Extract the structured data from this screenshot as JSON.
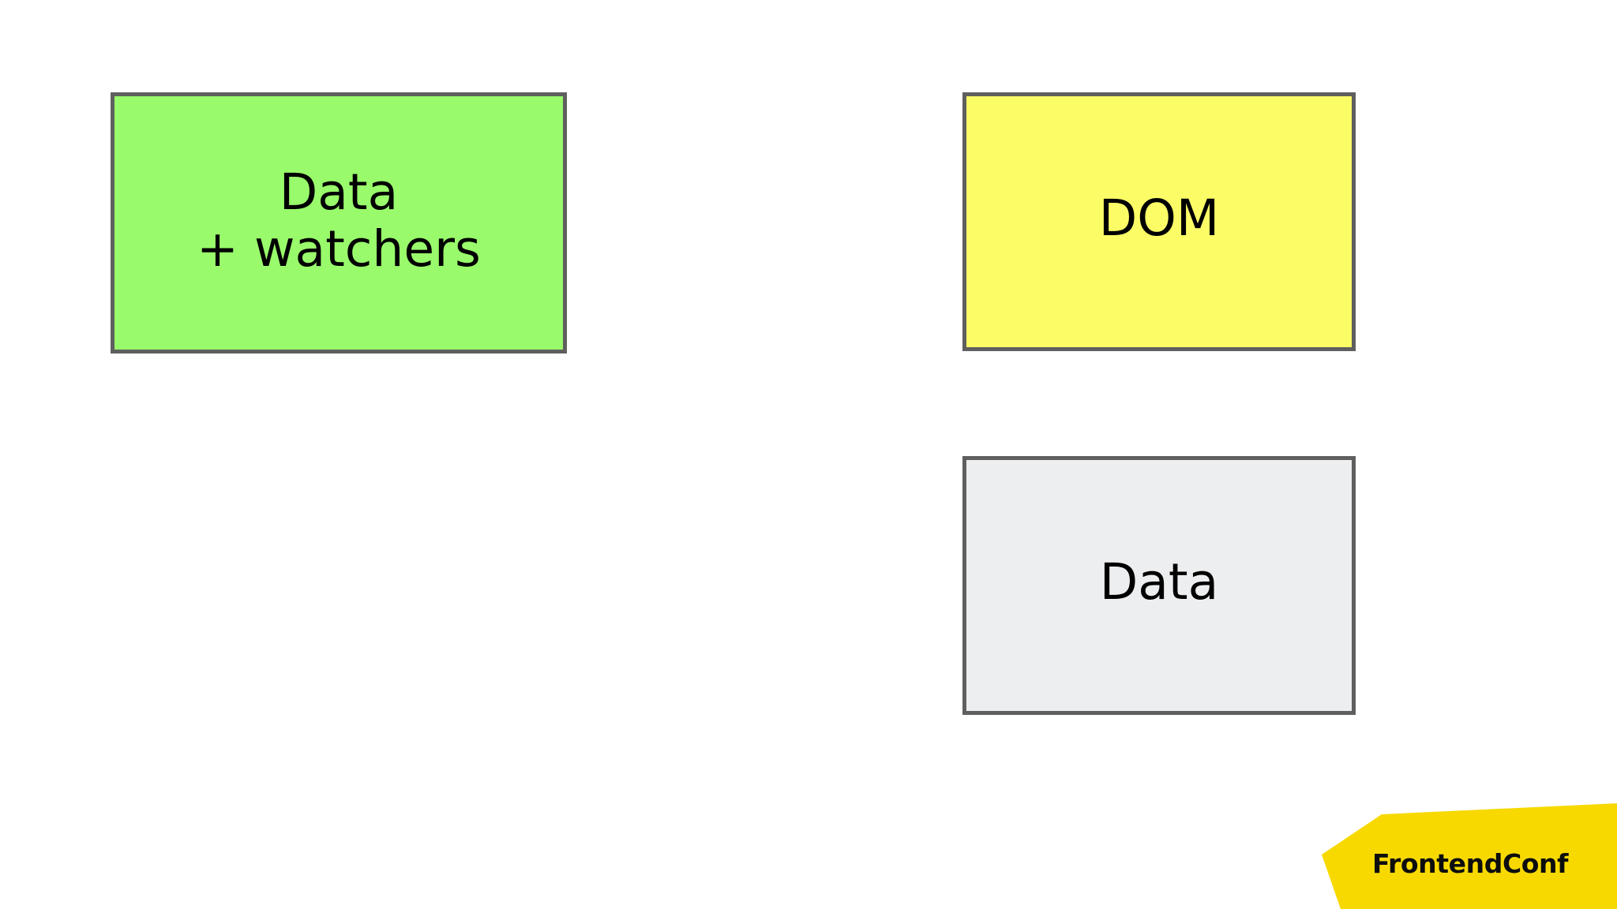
{
  "slide": {
    "background_color": "#ffffff",
    "border_color": "#5f5f5f"
  },
  "diagram": {
    "type": "block-diagram",
    "boxes": [
      {
        "id": "data-watchers",
        "label": "Data\n+ watchers",
        "fill_color": "#99fb6b",
        "color_name": "green"
      },
      {
        "id": "dom",
        "label": "DOM",
        "fill_color": "#fcfc66",
        "color_name": "yellow"
      },
      {
        "id": "data",
        "label": "Data",
        "fill_color": "#edeeef",
        "color_name": "light-gray"
      }
    ]
  },
  "logo": {
    "text": "FrontendConf",
    "background_color": "#f7d900",
    "text_color": "#0d0d0d"
  }
}
